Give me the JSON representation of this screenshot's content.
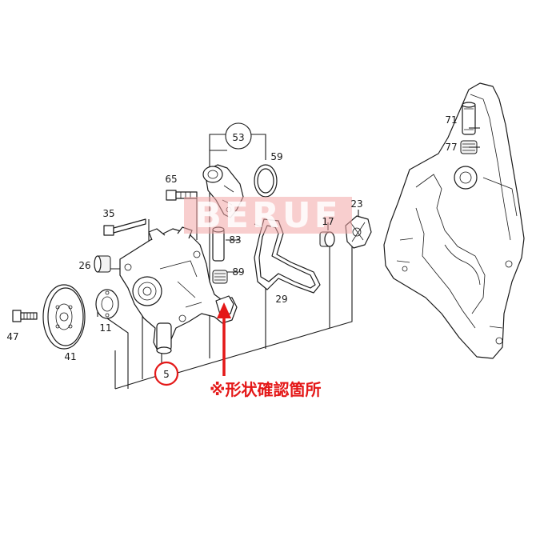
{
  "diagram": {
    "watermark": "BERUF",
    "part_labels": {
      "p5": "5",
      "p11": "11",
      "p17": "17",
      "p23": "23",
      "p26": "26",
      "p29": "29",
      "p35": "35",
      "p41": "41",
      "p47": "47",
      "p53": "53",
      "p59": "59",
      "p65": "65",
      "p71": "71",
      "p77": "77",
      "p83": "83",
      "p89": "89"
    },
    "callout": "※形状確認箇所",
    "colors": {
      "highlight": "#e41818",
      "watermark_fill": "#f3a5a5",
      "line": "#1a1a1a"
    }
  }
}
